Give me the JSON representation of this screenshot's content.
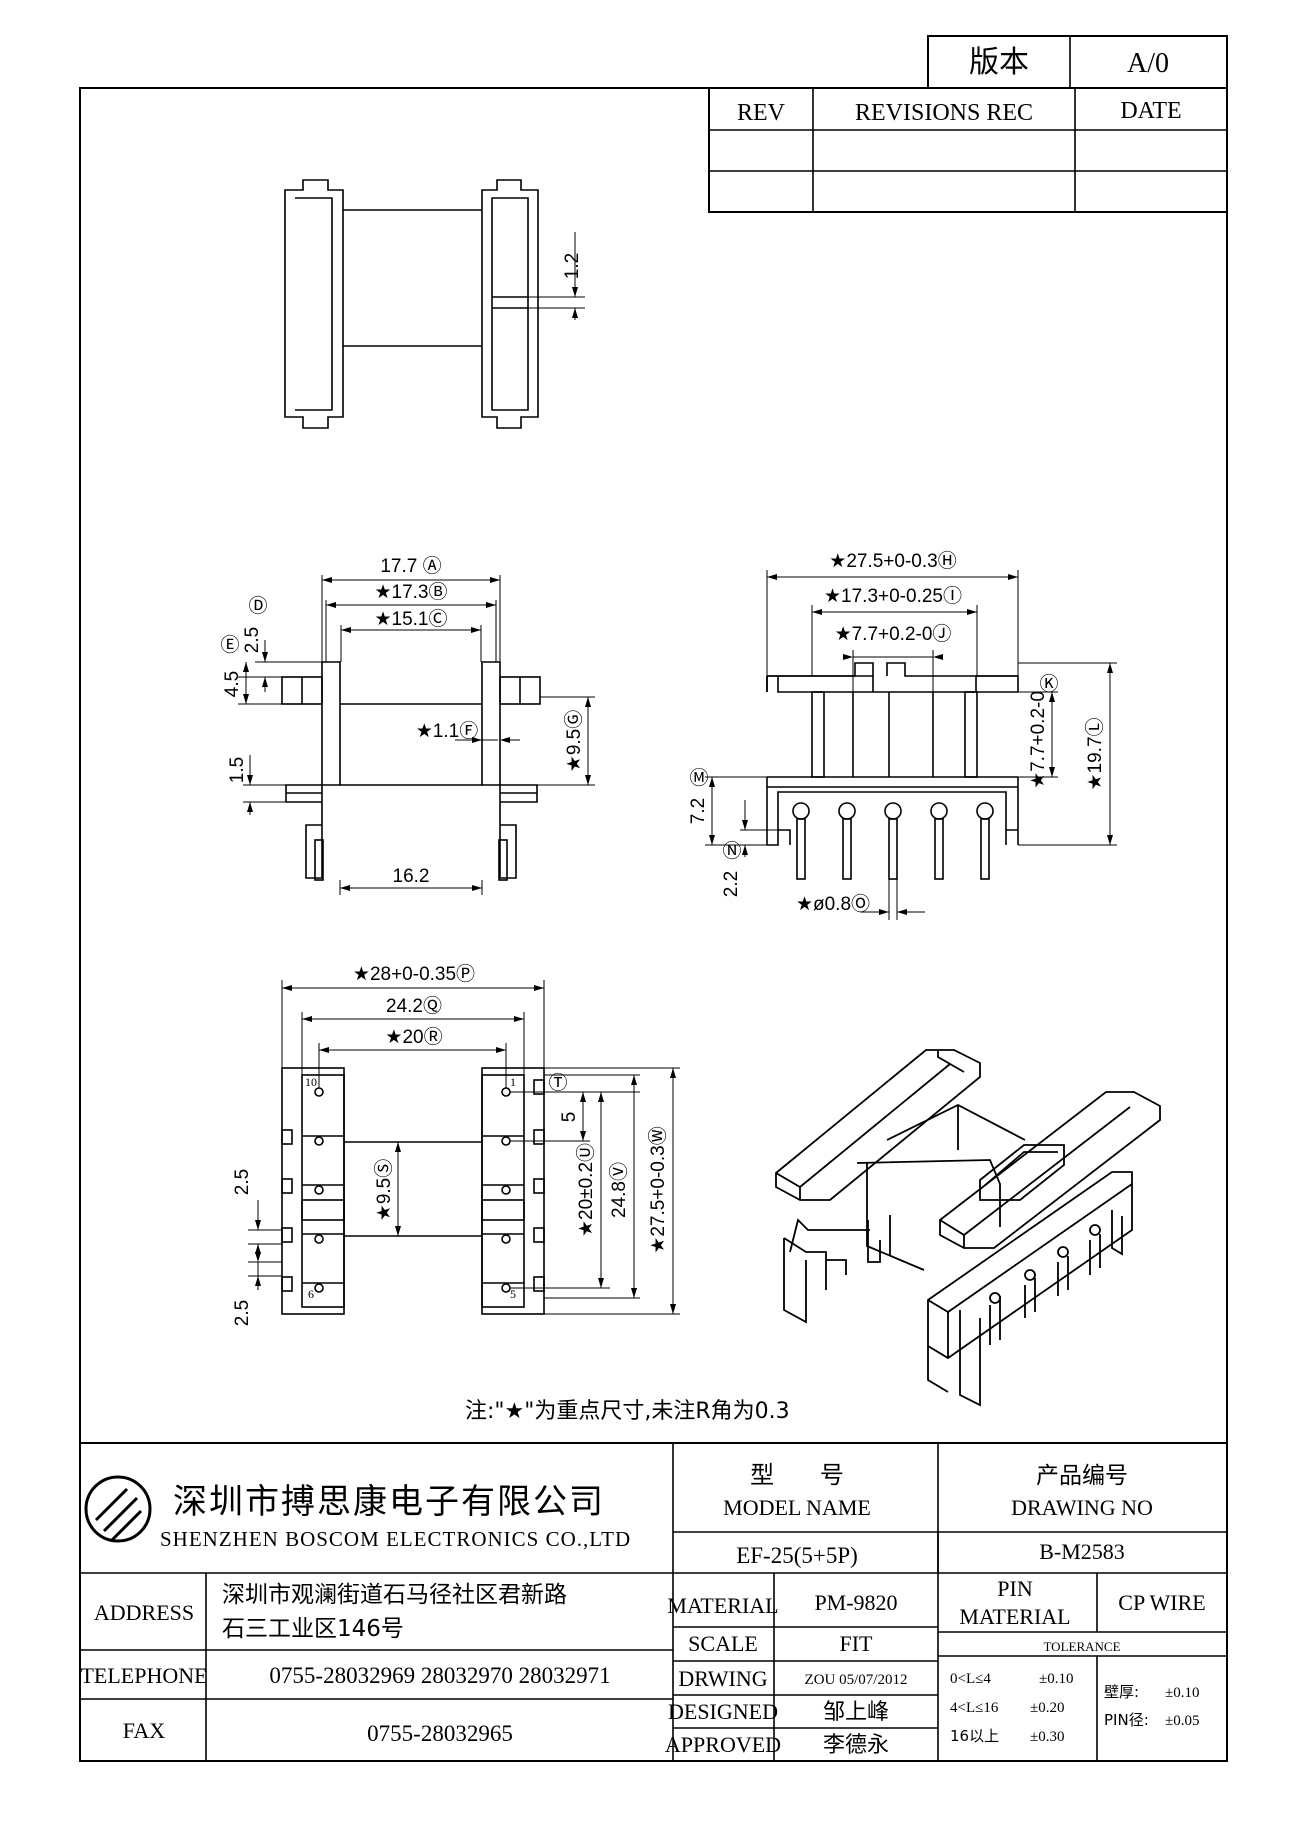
{
  "version": {
    "label": "版本",
    "value": "A/0"
  },
  "revisions": {
    "headers": [
      "REV",
      "REVISIONS REC",
      "DATE"
    ],
    "rows": [
      [
        "",
        "",
        ""
      ],
      [
        "",
        "",
        ""
      ]
    ]
  },
  "dims": {
    "v1_1": "1.2",
    "v2_a": "17.7 Ⓐ",
    "v2_b": "★17.3Ⓑ",
    "v2_c": "★15.1Ⓒ",
    "v2_d_letter": "Ⓓ",
    "v2_d": "2.5",
    "v2_e_letter": "Ⓔ",
    "v2_e": "4.5",
    "v2_f": "★1.1Ⓕ",
    "v2_g": "★9.5Ⓖ",
    "v2_15": "1.5",
    "v2_162": "16.2",
    "v3_h": "★27.5+0-0.3Ⓗ",
    "v3_i": "★17.3+0-0.25Ⓘ",
    "v3_j": "★7.7+0.2-0Ⓙ",
    "v3_k": "Ⓚ",
    "v3_l": "★19.7Ⓛ",
    "v3_77": "★7.7+0.2-0",
    "v3_m_letter": "Ⓜ",
    "v3_m": "7.2",
    "v3_n_letter": "Ⓝ",
    "v3_n": "2.2",
    "v3_o": "★ø0.8Ⓞ",
    "v4_p": "★28+0-0.35Ⓟ",
    "v4_q": "24.2Ⓠ",
    "v4_r": "★20Ⓡ",
    "v4_t": "Ⓣ",
    "v4_5": "5",
    "v4_u": "★20±0.2Ⓤ",
    "v4_v": "24.8Ⓥ",
    "v4_w": "★27.5+0-0.3Ⓦ",
    "v4_s": "★9.5Ⓢ",
    "v4_25a": "2.5",
    "v4_25b": "2.5",
    "pin_10": "10",
    "pin_1": "1",
    "pin_6": "6",
    "pin_5": "5"
  },
  "note": "注:\"★\"为重点尺寸,未注R角为0.3",
  "company": {
    "name_cn": "深圳市搏思康电子有限公司",
    "name_en": "SHENZHEN BOSCOM ELECTRONICS CO.,LTD"
  },
  "address": {
    "label": "ADDRESS",
    "line1": "深圳市观澜街道石马径社区君新路",
    "line2": "石三工业区146号"
  },
  "telephone": {
    "label": "TELEPHONE",
    "value": "0755-28032969 28032970 28032971"
  },
  "fax": {
    "label": "FAX",
    "value": "0755-28032965"
  },
  "model": {
    "label_cn": "型      号",
    "label_en": "MODEL NAME",
    "value": "EF-25(5+5P)"
  },
  "drawing_no": {
    "label_cn": "产品编号",
    "label_en": "DRAWING NO",
    "value": "B-M2583"
  },
  "material": {
    "label": "MATERIAL",
    "value": "PM-9820"
  },
  "scale": {
    "label": "SCALE",
    "value": "FIT"
  },
  "drawing": {
    "label": "DRWING",
    "value": "ZOU 05/07/2012"
  },
  "designed": {
    "label": "DESIGNED",
    "value": "邹上峰"
  },
  "approved": {
    "label": "APPROVED",
    "value": "李德永"
  },
  "pin_material": {
    "label1": "PIN",
    "label2": "MATERIAL",
    "value": "CP WIRE"
  },
  "tolerance": {
    "label": "TOLERANCE",
    "r1": "0<L≤4",
    "r1v": "±0.10",
    "r2": "4<L≤16",
    "r2v": "±0.20",
    "r3": "16以上",
    "r3v": "±0.30",
    "wall": "壁厚:",
    "wall_v": "±0.10",
    "pin": "PIN径:",
    "pin_v": "±0.05"
  }
}
